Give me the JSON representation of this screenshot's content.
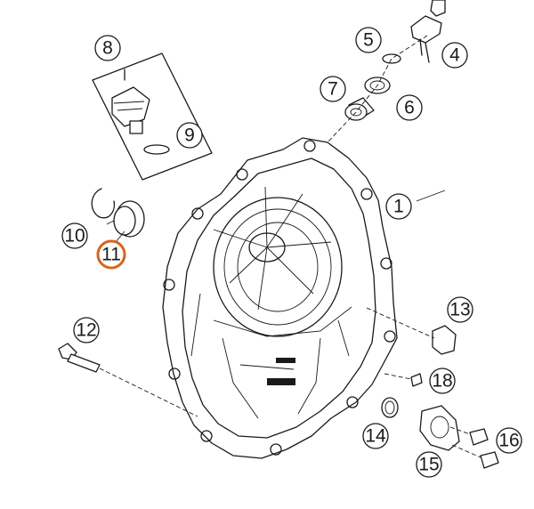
{
  "highlight_color": "#d9641c",
  "callouts": [
    {
      "label": "1"
    },
    {
      "label": "4"
    },
    {
      "label": "5"
    },
    {
      "label": "6"
    },
    {
      "label": "7"
    },
    {
      "label": "8"
    },
    {
      "label": "9"
    },
    {
      "label": "10"
    },
    {
      "label": "11",
      "highlighted": true
    },
    {
      "label": "12"
    },
    {
      "label": "13"
    },
    {
      "label": "14"
    },
    {
      "label": "15"
    },
    {
      "label": "16"
    },
    {
      "label": "18"
    }
  ]
}
